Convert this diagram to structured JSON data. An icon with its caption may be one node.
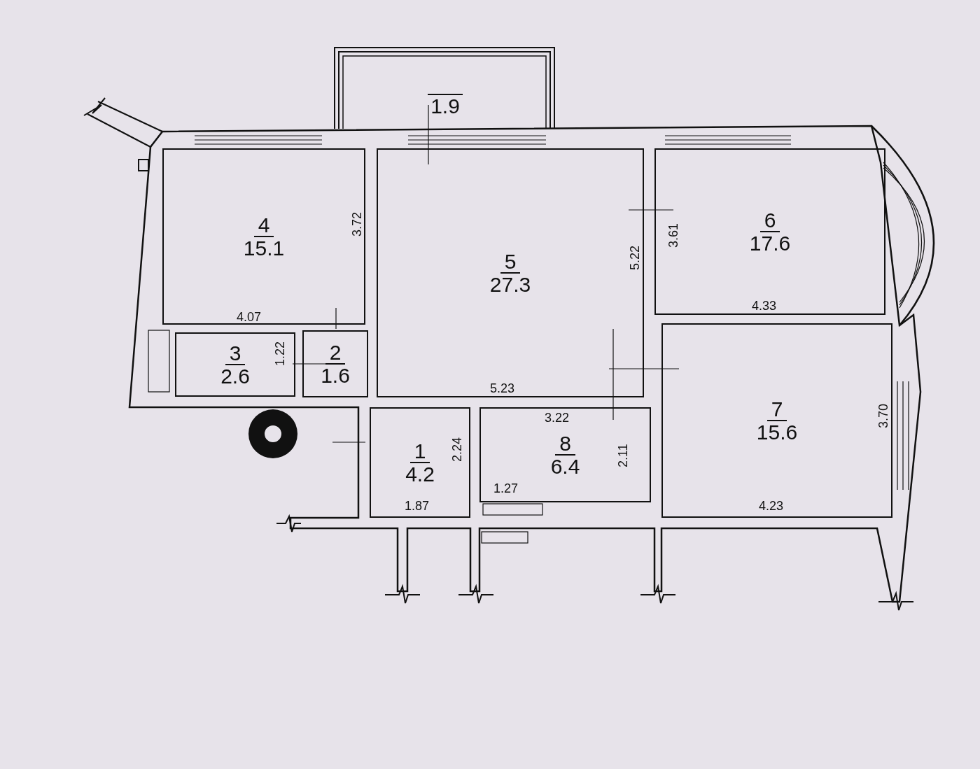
{
  "diagram": {
    "nodes": [
      {
        "text": [
          "1.9"
        ]
      },
      {
        "text": [
          "4",
          "15.1"
        ]
      },
      {
        "text": [
          "5",
          "27.3"
        ]
      },
      {
        "text": [
          "6",
          "17.6"
        ]
      },
      {
        "text": [
          "3",
          "2.6"
        ]
      },
      {
        "text": [
          "2",
          "1.6"
        ]
      },
      {
        "text": [
          "7",
          "15.6"
        ]
      },
      {
        "text": [
          "1",
          "4.2"
        ]
      },
      {
        "text": [
          "8",
          "6.4"
        ]
      }
    ],
    "labels": [
      "3.72",
      "3.61",
      "5.22",
      "4.07",
      "4.33",
      "1.22",
      "5.23",
      "3.22",
      "2.24",
      "2.11",
      "3.70",
      "1.27",
      "1.87",
      "4.23"
    ]
  }
}
